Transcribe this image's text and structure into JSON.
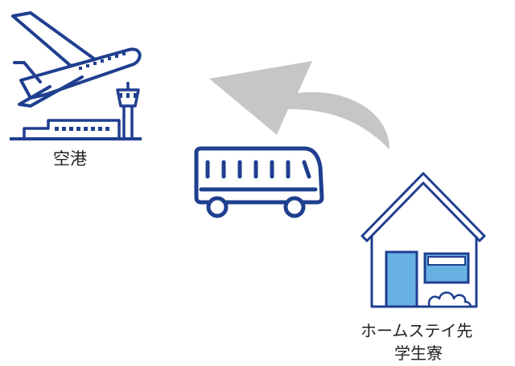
{
  "airport": {
    "label": "空港",
    "icon": "airport-icon"
  },
  "transport": {
    "icon": "bus-icon"
  },
  "home": {
    "label_line1": "ホームステイ先",
    "label_line2": "学生寮",
    "icon": "house-icon"
  },
  "flow": {
    "icon": "curved-arrow-icon"
  },
  "colors": {
    "navy": "#1f3f8f",
    "light_blue": "#68b2e3",
    "arrow_gray": "#c6c6c6"
  }
}
